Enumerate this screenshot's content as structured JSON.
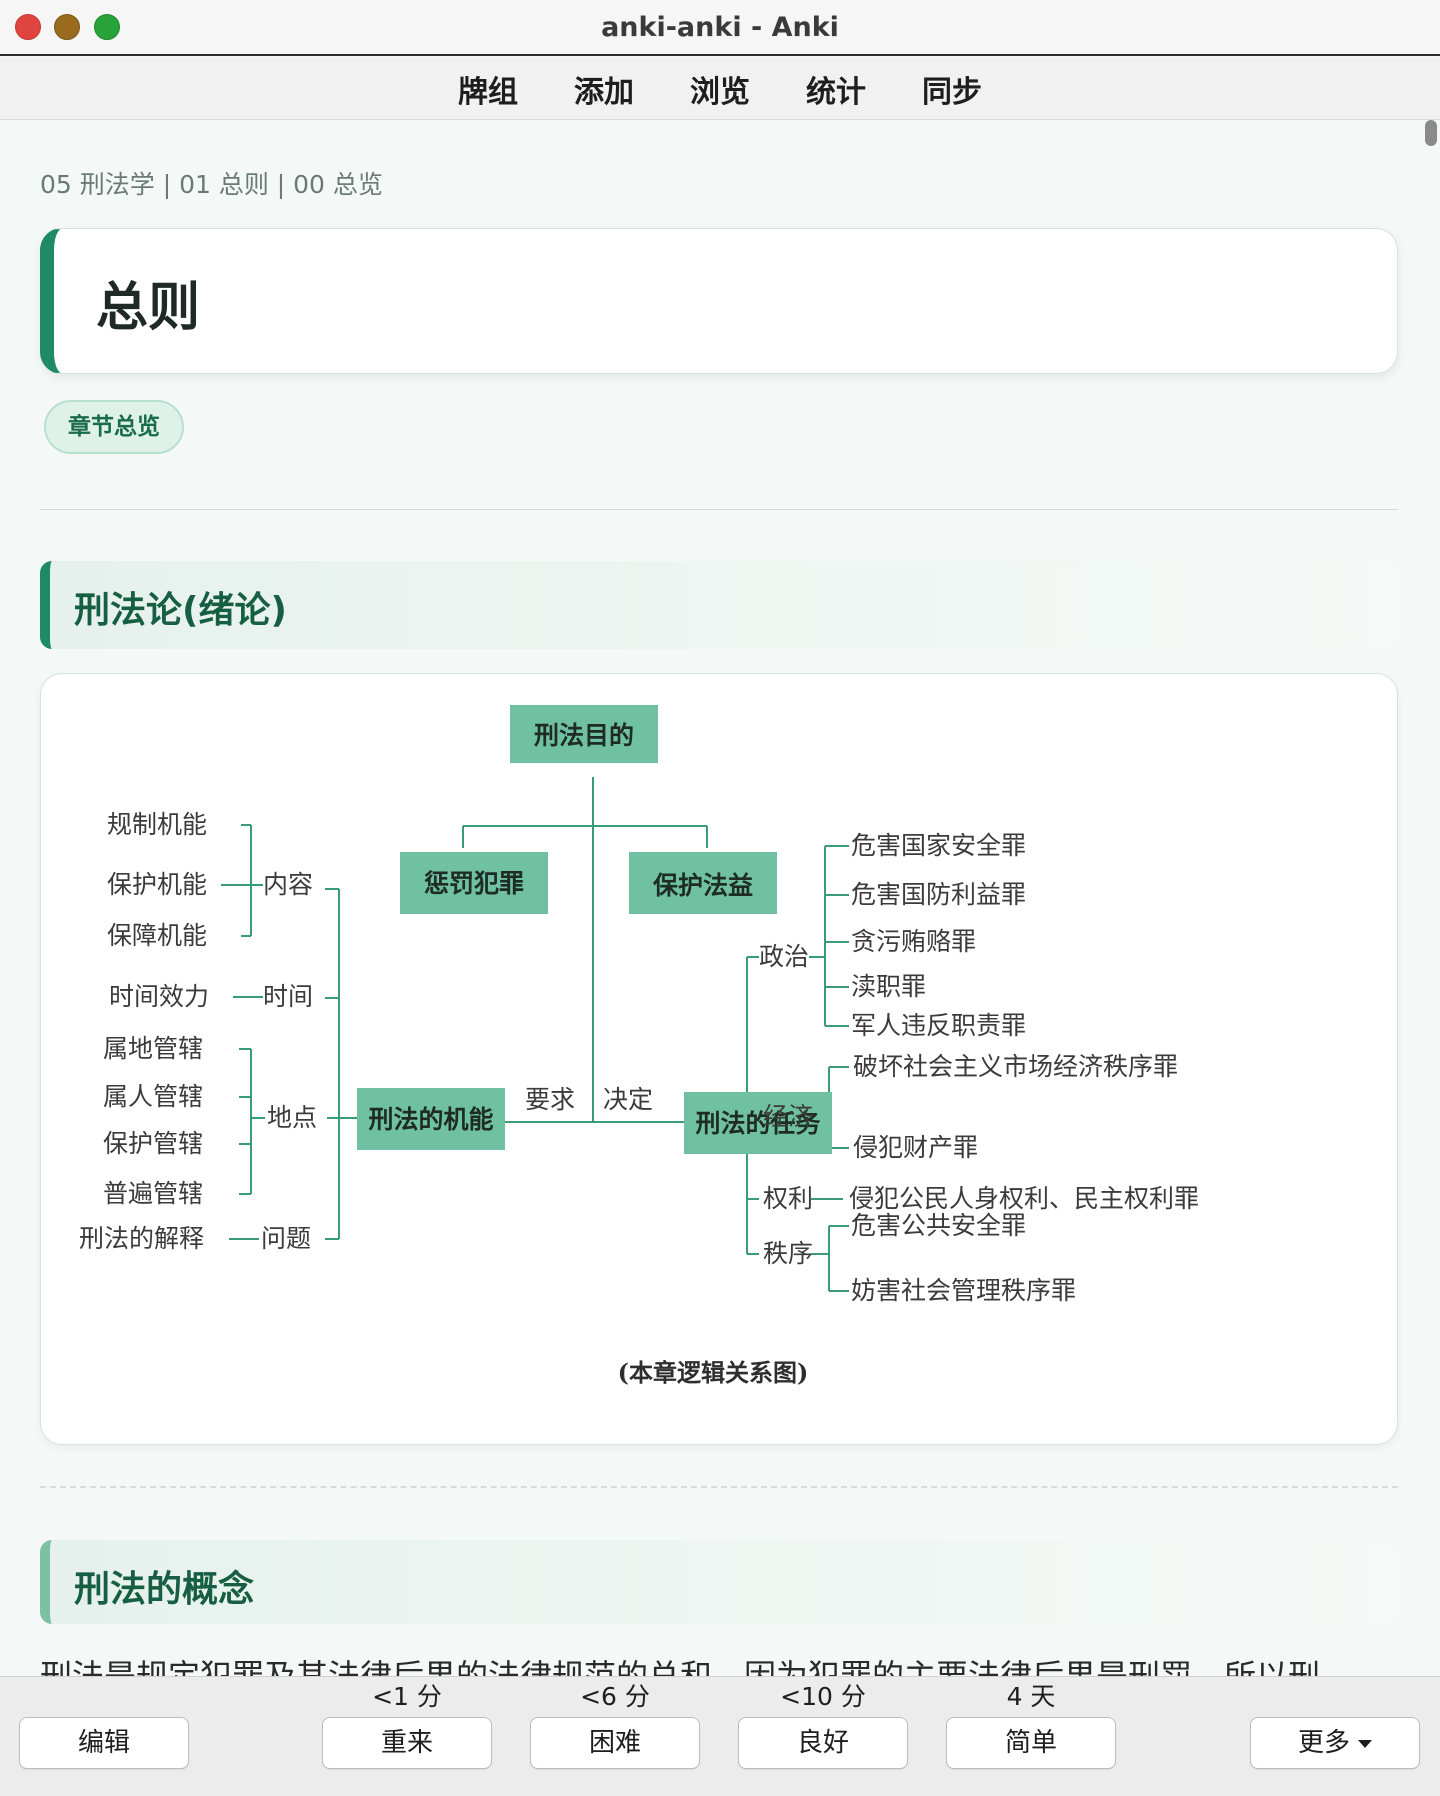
{
  "window": {
    "title": "anki-anki - Anki"
  },
  "menu": {
    "decks": "牌组",
    "add": "添加",
    "browse": "浏览",
    "stats": "统计",
    "sync": "同步"
  },
  "card": {
    "breadcrumb": "05 刑法学 | 01 总则 | 00 总览",
    "title": "总则",
    "tag": "章节总览",
    "section1": "刑法论(绪论)",
    "section2": "刑法的概念",
    "paragraph_start": "刑法是规定犯罪及其法律后果的法律规范的总和，因为犯罪的主要法律后果是刑罚，所以刑"
  },
  "diagram": {
    "colors": {
      "box_fill": "#6fc1a1",
      "line": "#3a9c74",
      "text": "#3b3b3b"
    },
    "top": "刑法目的",
    "punish": "惩罚犯罪",
    "protect": "保护法益",
    "function": "刑法的机能",
    "task": "刑法的任务",
    "require": "要求",
    "decide": "决定",
    "left": {
      "content": "内容",
      "content_items": [
        "规制机能",
        "保护机能",
        "保障机能"
      ],
      "time": "时间",
      "time_item": "时间效力",
      "place": "地点",
      "place_items": [
        "属地管辖",
        "属人管辖",
        "保护管辖",
        "普遍管辖"
      ],
      "issue": "问题",
      "issue_item": "刑法的解释"
    },
    "right": {
      "politics": "政治",
      "politics_items": [
        "危害国家安全罪",
        "危害国防利益罪",
        "贪污贿赂罪",
        "渎职罪",
        "军人违反职责罪"
      ],
      "economy": "经济",
      "economy_items": [
        "破坏社会主义市场经济秩序罪",
        "侵犯财产罪"
      ],
      "rights": "权利",
      "rights_item": "侵犯公民人身权利、民主权利罪",
      "order": "秩序",
      "order_items": [
        "危害公共安全罪",
        "妨害社会管理秩序罪"
      ]
    },
    "caption": "(本章逻辑关系图)"
  },
  "answer_bar": {
    "edit": "编辑",
    "again": "重来",
    "again_interval": "<1 分",
    "hard": "困难",
    "hard_interval": "<6 分",
    "good": "良好",
    "good_interval": "<10 分",
    "easy": "简单",
    "easy_interval": "4 天",
    "more": "更多"
  }
}
